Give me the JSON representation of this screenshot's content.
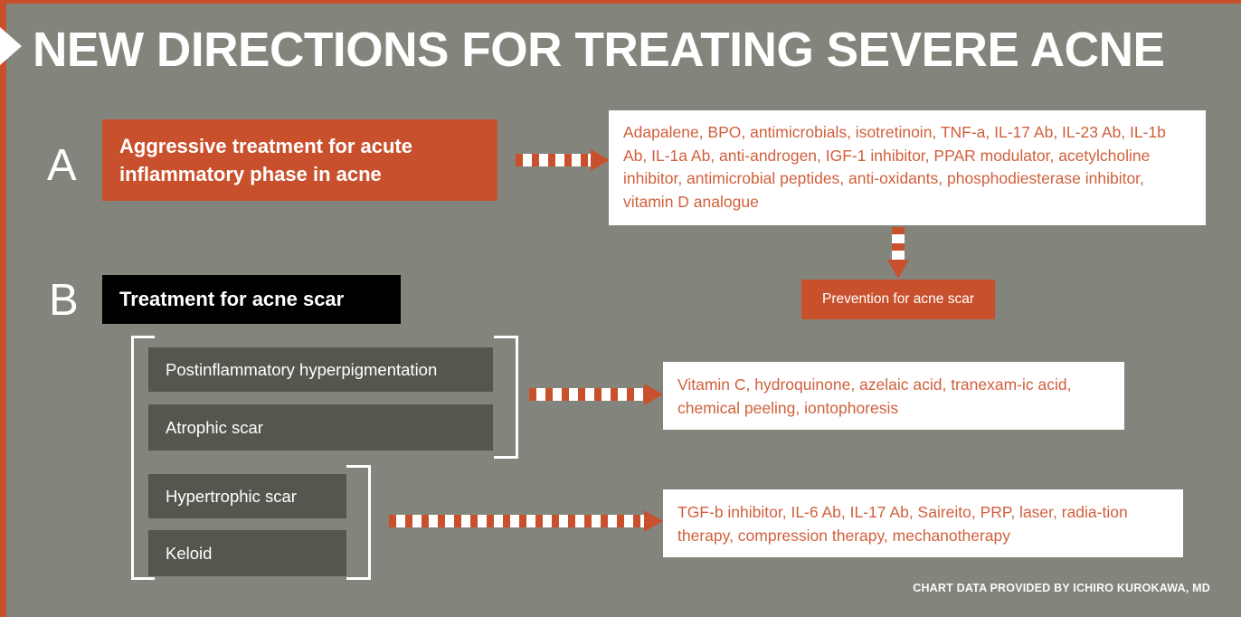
{
  "title": "NEW DIRECTIONS FOR TREATING SEVERE ACNE",
  "colors": {
    "background": "#83857c",
    "accent_orange": "#c9502c",
    "box_gray": "#55574f",
    "heading_black": "#000000",
    "white": "#ffffff",
    "body_text_orange": "#d0603c"
  },
  "sections": {
    "a": {
      "letter": "A",
      "heading": "Aggressive treatment for acute inflammatory phase in acne",
      "treatments": "Adapalene, BPO, antimicrobials, isotretinoin, TNF-a, IL-17 Ab, IL-23 Ab, IL-1b Ab, IL-1a Ab, anti-androgen, IGF-1 inhibitor, PPAR modulator, acetylcholine inhibitor, antimicrobial peptides, anti-oxidants, phosphodiesterase inhibitor, vitamin D analogue",
      "outcome": "Prevention for acne scar"
    },
    "b": {
      "letter": "B",
      "heading": "Treatment for acne scar",
      "groups": [
        {
          "conditions": [
            "Postinflammatory hyperpigmentation",
            "Atrophic scar"
          ],
          "treatments": "Vitamin C, hydroquinone, azelaic acid, tranexam-ic acid, chemical peeling, iontophoresis"
        },
        {
          "conditions": [
            "Hypertrophic scar",
            "Keloid"
          ],
          "treatments": "TGF-b inhibitor, IL-6 Ab, IL-17 Ab, Saireito, PRP, laser, radia-tion therapy, compression therapy, mechanotherapy"
        }
      ]
    }
  },
  "credit": "CHART DATA PROVIDED BY ICHIRO KUROKAWA, MD"
}
